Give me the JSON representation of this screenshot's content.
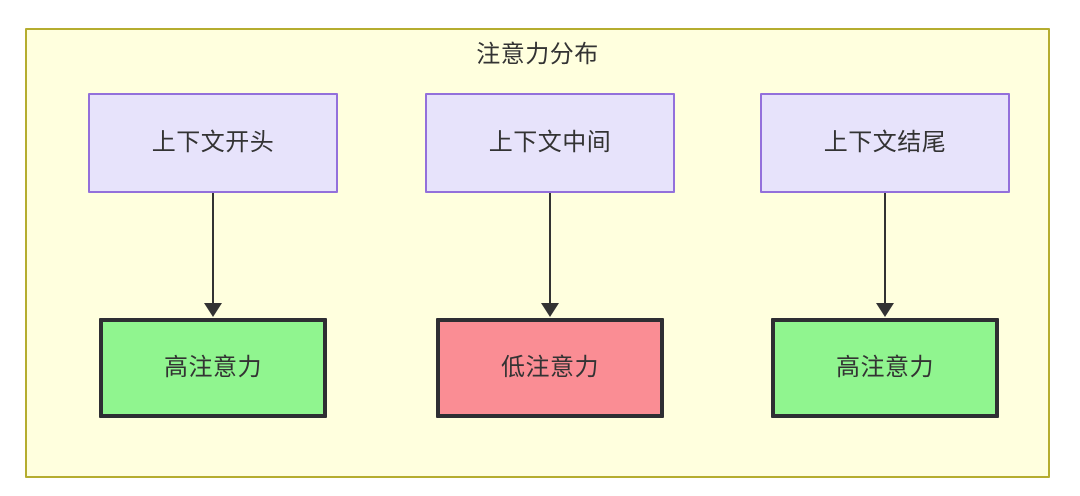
{
  "diagram": {
    "title": "注意力分布",
    "container": {
      "background": "#ffffde",
      "border_color": "#b5ad2f"
    },
    "columns": [
      {
        "id": "start",
        "source": {
          "label": "上下文开头",
          "fill": "#e7e3fb",
          "stroke": "#9370db"
        },
        "result": {
          "label": "高注意力",
          "fill": "#90f58f",
          "stroke": "#2e2e33",
          "level": "high"
        },
        "edge": {
          "from": "上下文开头",
          "to": "高注意力",
          "direction": "down",
          "color": "#333333"
        }
      },
      {
        "id": "middle",
        "source": {
          "label": "上下文中间",
          "fill": "#e7e3fb",
          "stroke": "#9370db"
        },
        "result": {
          "label": "低注意力",
          "fill": "#fa8d94",
          "stroke": "#2e2e33",
          "level": "low"
        },
        "edge": {
          "from": "上下文中间",
          "to": "低注意力",
          "direction": "down",
          "color": "#333333"
        }
      },
      {
        "id": "end",
        "source": {
          "label": "上下文结尾",
          "fill": "#e7e3fb",
          "stroke": "#9370db"
        },
        "result": {
          "label": "高注意力",
          "fill": "#90f58f",
          "stroke": "#2e2e33",
          "level": "high"
        },
        "edge": {
          "from": "上下文结尾",
          "to": "高注意力",
          "direction": "down",
          "color": "#333333"
        }
      }
    ]
  }
}
